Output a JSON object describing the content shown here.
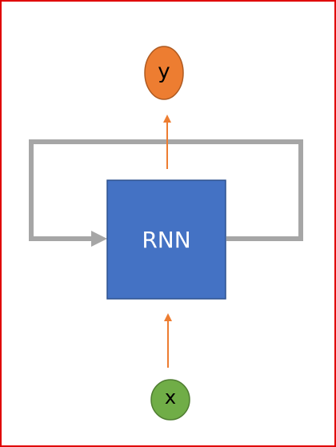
{
  "diagram": {
    "output_node": {
      "label": "y",
      "fill": "#ED7D31",
      "stroke": "#AE5A21"
    },
    "rnn_block": {
      "label": "RNN",
      "fill": "#4472C4",
      "stroke": "#2F528F",
      "text_color": "#FFFFFF"
    },
    "input_node": {
      "label": "x",
      "fill": "#70AD47",
      "stroke": "#507E32"
    },
    "arrow_color": "#ED7D31",
    "loop_color": "#A6A6A6",
    "frame_color": "#E00000"
  }
}
